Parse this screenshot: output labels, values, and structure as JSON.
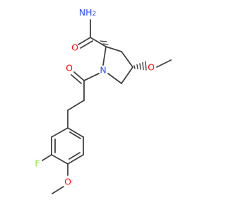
{
  "molecule": {
    "atoms": {
      "amide_N": {
        "symbol": "N",
        "h": "H",
        "h_subscript": "2",
        "color": "#3050f8"
      },
      "amide_O": {
        "symbol": "O",
        "color": "#ff0d0d"
      },
      "ring_N": {
        "symbol": "N",
        "color": "#3050f8"
      },
      "ketone_O": {
        "symbol": "O",
        "color": "#ff0d0d"
      },
      "methoxy_O_ring": {
        "symbol": "O",
        "color": "#ff0d0d"
      },
      "fluorine": {
        "symbol": "F",
        "color": "#90e050"
      },
      "methoxy_O_aryl": {
        "symbol": "O",
        "color": "#ff0d0d"
      }
    },
    "bond_color": "#404040"
  }
}
